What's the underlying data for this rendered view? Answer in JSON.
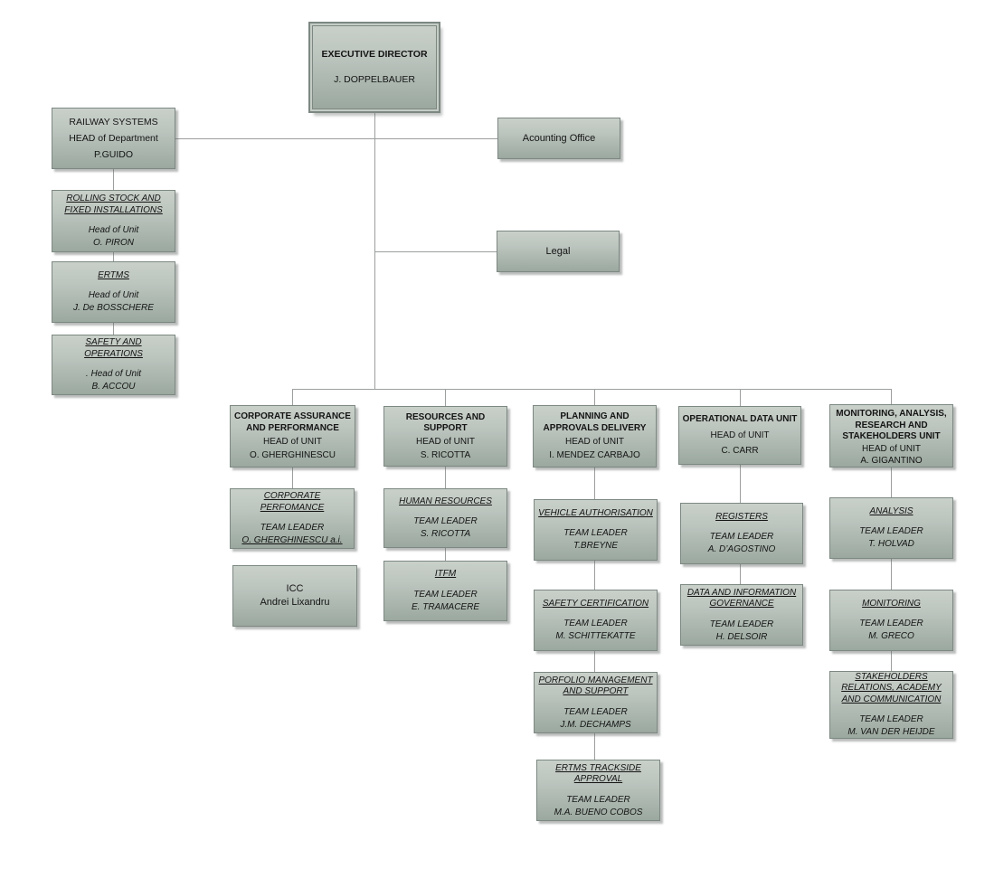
{
  "chart_title": "Organisation chart",
  "colors": {
    "box_fill_top": "#c9d0ca",
    "box_fill_bottom": "#9ba89f",
    "box_border": "#7d8882",
    "connector": "#9b9f9d",
    "text": "#141414",
    "background": "#ffffff"
  },
  "nodes": {
    "executive": {
      "title": "EXECUTIVE DIRECTOR",
      "person": "J. DOPPELBAUER"
    },
    "railway": {
      "title": "RAILWAY SYSTEMS",
      "role": "HEAD of Department",
      "person": "P.GUIDO"
    },
    "rolling_stock": {
      "title": "ROLLING STOCK AND FIXED INSTALLATIONS",
      "role": "Head of Unit",
      "person": "O. PIRON"
    },
    "ertms": {
      "title": "ERTMS",
      "role": "Head of Unit",
      "person": "J. De BOSSCHERE"
    },
    "safety_ops": {
      "title": "SAFETY AND OPERATIONS",
      "role": ". Head of Unit",
      "person": "B. ACCOU"
    },
    "acounting": {
      "title": "Acounting Office"
    },
    "legal": {
      "title": "Legal"
    },
    "corporate_assurance": {
      "title": "CORPORATE ASSURANCE AND PERFORMANCE",
      "role": "HEAD of UNIT",
      "person": "O. GHERGHINESCU"
    },
    "resources": {
      "title": "RESOURCES AND SUPPORT",
      "role": "HEAD of UNIT",
      "person": "S. RICOTTA"
    },
    "planning": {
      "title": "PLANNING AND APPROVALS DELIVERY",
      "role": "HEAD of UNIT",
      "person": "I. MENDEZ CARBAJO"
    },
    "operational": {
      "title": "OPERATIONAL DATA UNIT",
      "role": "HEAD of UNIT",
      "person": "C. CARR"
    },
    "monitoring_unit": {
      "title": "MONITORING, ANALYSIS, RESEARCH AND STAKEHOLDERS UNIT",
      "role": "HEAD of UNIT",
      "person": "A. GIGANTINO"
    },
    "corporate_perfomance": {
      "title": "CORPORATE PERFOMANCE",
      "role": "TEAM LEADER",
      "person": "O. GHERGHINESCU a.i."
    },
    "icc": {
      "title": "ICC",
      "person": "Andrei Lixandru"
    },
    "human_resources": {
      "title": "HUMAN RESOURCES",
      "role": "TEAM LEADER",
      "person": "S. RICOTTA"
    },
    "itfm": {
      "title": "ITFM",
      "role": "TEAM LEADER",
      "person": "E. TRAMACERE"
    },
    "vehicle_auth": {
      "title": "VEHICLE AUTHORISATION",
      "role": "TEAM LEADER",
      "person": "T.BREYNE"
    },
    "safety_cert": {
      "title": "SAFETY CERTIFICATION",
      "role": "TEAM LEADER",
      "person": "M. SCHITTEKATTE"
    },
    "porfolio": {
      "title": "PORFOLIO MANAGEMENT AND SUPPORT",
      "role": "TEAM LEADER",
      "person": "J.M. DECHAMPS"
    },
    "ertms_trackside": {
      "title": "ERTMS TRACKSIDE APPROVAL",
      "role": "TEAM LEADER",
      "person": "M.A. BUENO COBOS"
    },
    "registers": {
      "title": "REGISTERS",
      "role": "TEAM LEADER",
      "person": "A. D’AGOSTINO"
    },
    "data_governance": {
      "title": "DATA AND INFORMATION GOVERNANCE",
      "role": "TEAM LEADER",
      "person": "H. DELSOIR"
    },
    "analysis": {
      "title": "ANALYSIS",
      "role": "TEAM LEADER",
      "person": "T. HOLVAD"
    },
    "monitoring_team": {
      "title": "MONITORING",
      "role": "TEAM LEADER",
      "person": "M. GRECO"
    },
    "stakeholders": {
      "title": "STAKEHOLDERS RELATIONS, ACADEMY AND COMMUNICATION",
      "role": "TEAM LEADER",
      "person": "M. VAN DER HEIJDE"
    }
  }
}
